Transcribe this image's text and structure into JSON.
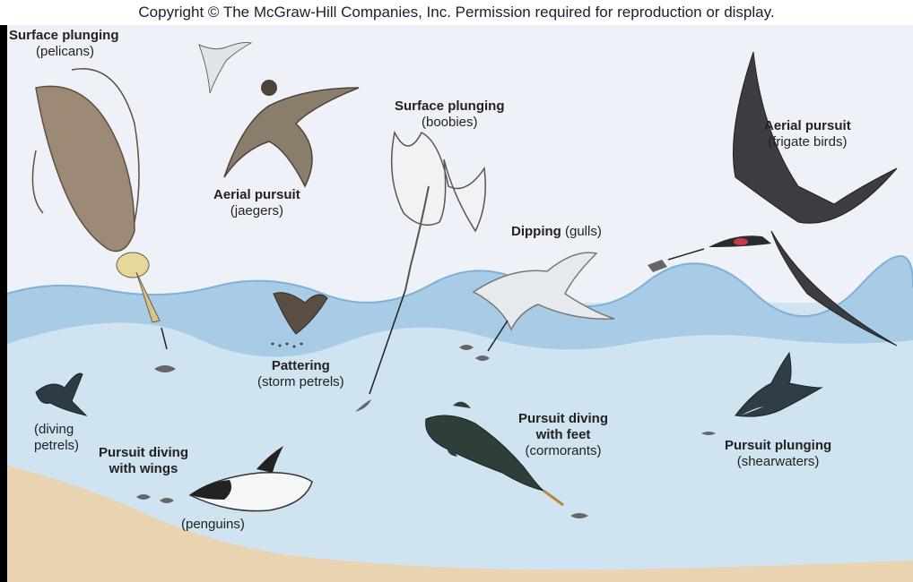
{
  "copyright": "Copyright © The McGraw-Hill Companies, Inc. Permission required for reproduction or display.",
  "colors": {
    "sky": "#eef2f8",
    "water_surface": "#a8cbe6",
    "water_deep": "#cfe3f1",
    "sand": "#e9d3b0",
    "label_text": "#222222"
  },
  "labels": {
    "pelicans": {
      "method": "Surface plunging",
      "species": "(pelicans)"
    },
    "jaegers": {
      "method": "Aerial pursuit",
      "species": "(jaegers)"
    },
    "boobies": {
      "method": "Surface plunging",
      "species": "(boobies)"
    },
    "frigate": {
      "method": "Aerial pursuit",
      "species": "(frigate birds)"
    },
    "gulls": {
      "method": "Dipping",
      "species": "(gulls)"
    },
    "storm_petrels": {
      "method": "Pattering",
      "species": "(storm petrels)"
    },
    "diving_petrels": {
      "line1": "(diving",
      "line2": "petrels)"
    },
    "penguins_method": {
      "line1": "Pursuit diving",
      "line2": "with wings"
    },
    "penguins_species": "(penguins)",
    "cormorants": {
      "line1": "Pursuit diving",
      "line2": "with feet",
      "species": "(cormorants)"
    },
    "shearwaters": {
      "method": "Pursuit plunging",
      "species": "(shearwaters)"
    }
  }
}
